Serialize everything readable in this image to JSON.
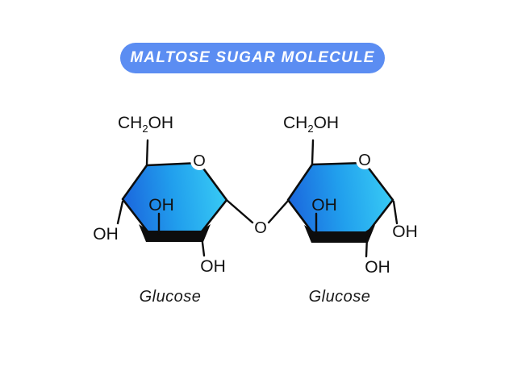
{
  "title": {
    "text": "MALTOSE SUGAR MOLECULE"
  },
  "colors": {
    "banner": "#5b8df2",
    "hex_dark": "#1b66dd",
    "hex_mid": "#219fed",
    "hex_light": "#38cbf5",
    "outline": "#0d0d0d"
  },
  "molecule": {
    "bridge_oxygen": "O",
    "units": [
      {
        "name": "Glucose",
        "ch2oh_prefix": "CH",
        "ch2oh_sub": "2",
        "ch2oh_suffix": "OH",
        "ring_oxygen": "O",
        "inner_oh": "OH",
        "side_oh": "OH",
        "bottom_oh": "OH"
      },
      {
        "name": "Glucose",
        "ch2oh_prefix": "CH",
        "ch2oh_sub": "2",
        "ch2oh_suffix": "OH",
        "ring_oxygen": "O",
        "inner_oh": "OH",
        "side_oh": "OH",
        "bottom_oh": "OH"
      }
    ]
  }
}
